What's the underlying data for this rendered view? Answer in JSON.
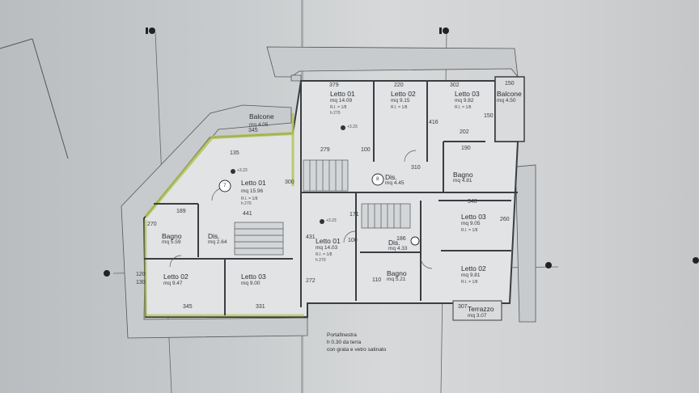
{
  "rooms": [
    {
      "id": "letto01-left",
      "name": "Letto 01",
      "area": "mq 15.96",
      "sub": "R.I. = 1/8",
      "h": "h 270"
    },
    {
      "id": "balcone-left",
      "name": "Balcone",
      "area": "mq 4.05"
    },
    {
      "id": "bagno-left",
      "name": "Bagno",
      "area": "mq 5.59"
    },
    {
      "id": "dis-left",
      "name": "Dis.",
      "area": "mq 2.64"
    },
    {
      "id": "letto02-left",
      "name": "Letto 02",
      "area": "mq 9.47"
    },
    {
      "id": "letto03-left",
      "name": "Letto 03",
      "area": "mq 9.00"
    },
    {
      "id": "letto01-top",
      "name": "Letto 01",
      "area": "mq 14.09",
      "sub": "R.I. = 1/8",
      "h": "h 270"
    },
    {
      "id": "letto02-top",
      "name": "Letto 02",
      "area": "mq 9.15",
      "sub": "R.I. = 1/8"
    },
    {
      "id": "letto03-top",
      "name": "Letto 03",
      "area": "mq 9.82",
      "sub": "R.I. = 1/8"
    },
    {
      "id": "balcone-right",
      "name": "Balcone",
      "area": "mq 4.50"
    },
    {
      "id": "dis-center",
      "name": "Dis.",
      "area": "mq 4.45"
    },
    {
      "id": "bagno-center",
      "name": "Bagno",
      "area": "mq 4.81"
    },
    {
      "id": "letto01-mid",
      "name": "Letto 01",
      "area": "mq 14.03",
      "sub": "R.I. = 1/8",
      "h": "h 270"
    },
    {
      "id": "dis-mid",
      "name": "Dis.",
      "area": "mq 4.33"
    },
    {
      "id": "bagno-mid",
      "name": "Bagno",
      "area": "mq 5.21"
    },
    {
      "id": "letto03-right",
      "name": "Letto 03",
      "area": "mq 9.05",
      "sub": "R.I. = 1/8"
    },
    {
      "id": "letto02-right",
      "name": "Letto 02",
      "area": "mq 9.81",
      "sub": "R.I. = 1/8"
    },
    {
      "id": "terrazzo",
      "name": "Terrazzo",
      "area": "mq 3.07"
    }
  ],
  "dimensions": [
    "379",
    "220",
    "302",
    "150",
    "345",
    "135",
    "279",
    "100",
    "416",
    "202",
    "310",
    "300",
    "150",
    "441",
    "189",
    "171",
    "186",
    "348",
    "260",
    "431",
    "100",
    "272",
    "345",
    "331",
    "307",
    "270",
    "190",
    "110",
    "120",
    "130"
  ],
  "levels": [
    "+3.23",
    "+3.23",
    "+3.23"
  ],
  "markers": [
    "7",
    "8"
  ],
  "note": [
    "Portafinestra",
    "h 0.30 da terra",
    "con grata e vetro satinato"
  ]
}
